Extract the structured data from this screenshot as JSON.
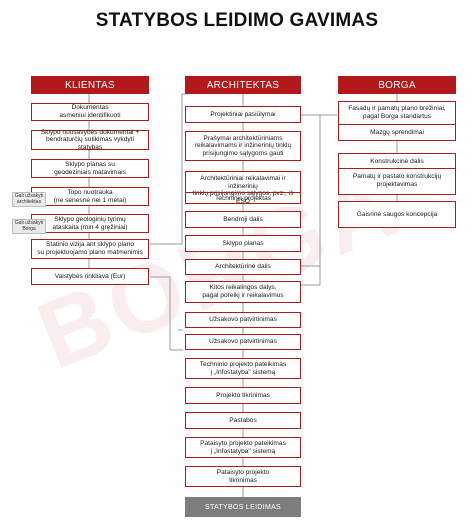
{
  "title": "STATYBOS LEIDIMO GAVIMAS",
  "watermark": "BORGA",
  "colors": {
    "accent": "#b3181b",
    "final": "#7d7d7d",
    "note": "#e9e9e9"
  },
  "columns": {
    "klientas": {
      "header": "KLIENTAS",
      "boxes": [
        "Dokumentas\nasmeniui identifikuoti",
        "Sklypo nuosavybės dokumentai +\nbendraturčių sutikimas vykdyti statybas",
        "Sklypo planas su\ngeodeziniais matavimais",
        "Topo nuotrauka\n(ne senesnė nei 1 metai)",
        "Sklypo geologinių tyrimų\nataskaita (min 4 gręžiniai)",
        "Statinio vizija ant sklypo plano\nsu projektuojamo plano matmenimis",
        "Valstybės rinkliava (Eur)"
      ],
      "notes": [
        "Gali užsakyti\narchitektas",
        "Gali užsakyti\nBorga"
      ]
    },
    "architektas": {
      "header": "ARCHITEKTAS",
      "boxes": [
        "Projektiniai pasiūlymai",
        "Prašymai architektūriniams\nreikalavimams ir inžinerinių tinklų\nprisijungimo sąlygoms gauti",
        "Bendroji dalis",
        "Sklypo planas",
        "Architektūrinė dalis",
        "Kitos reikalingos dalys,\npagal poreikį ir reikalavimus",
        "Užsakovo patvirtinimas",
        "Užsakovo patvirtinimas",
        "Techninio projekto pateikimas\nį „Infostatyba\" sistemą",
        "Projekto tikrinimas",
        "Pastabos",
        "Pataisyto projekto pateikimas\nį „Infostatyba\" sistemą",
        "Pataisyto projekto\ntikrinimas"
      ],
      "group": [
        "Architektūriniai reikalavimai ir inžinerinių\ntinklų prisijungimo sąlygos, pvz., iš ESO",
        "Techninis projektas"
      ],
      "final": "STATYBOS LEIDIMAS"
    },
    "borga": {
      "header": "BORGA",
      "group1": [
        "Fasadų ir pamatų plano brėžiniai,\npagal Borga standartus",
        "Mazgų sprendimai"
      ],
      "group2": [
        "Konstrukcinė dalis",
        "Pamatų ir pastato konstrukcijų\nprojektavimas"
      ],
      "boxes": [
        "Gaisrinė saugos koncepcija"
      ]
    }
  }
}
